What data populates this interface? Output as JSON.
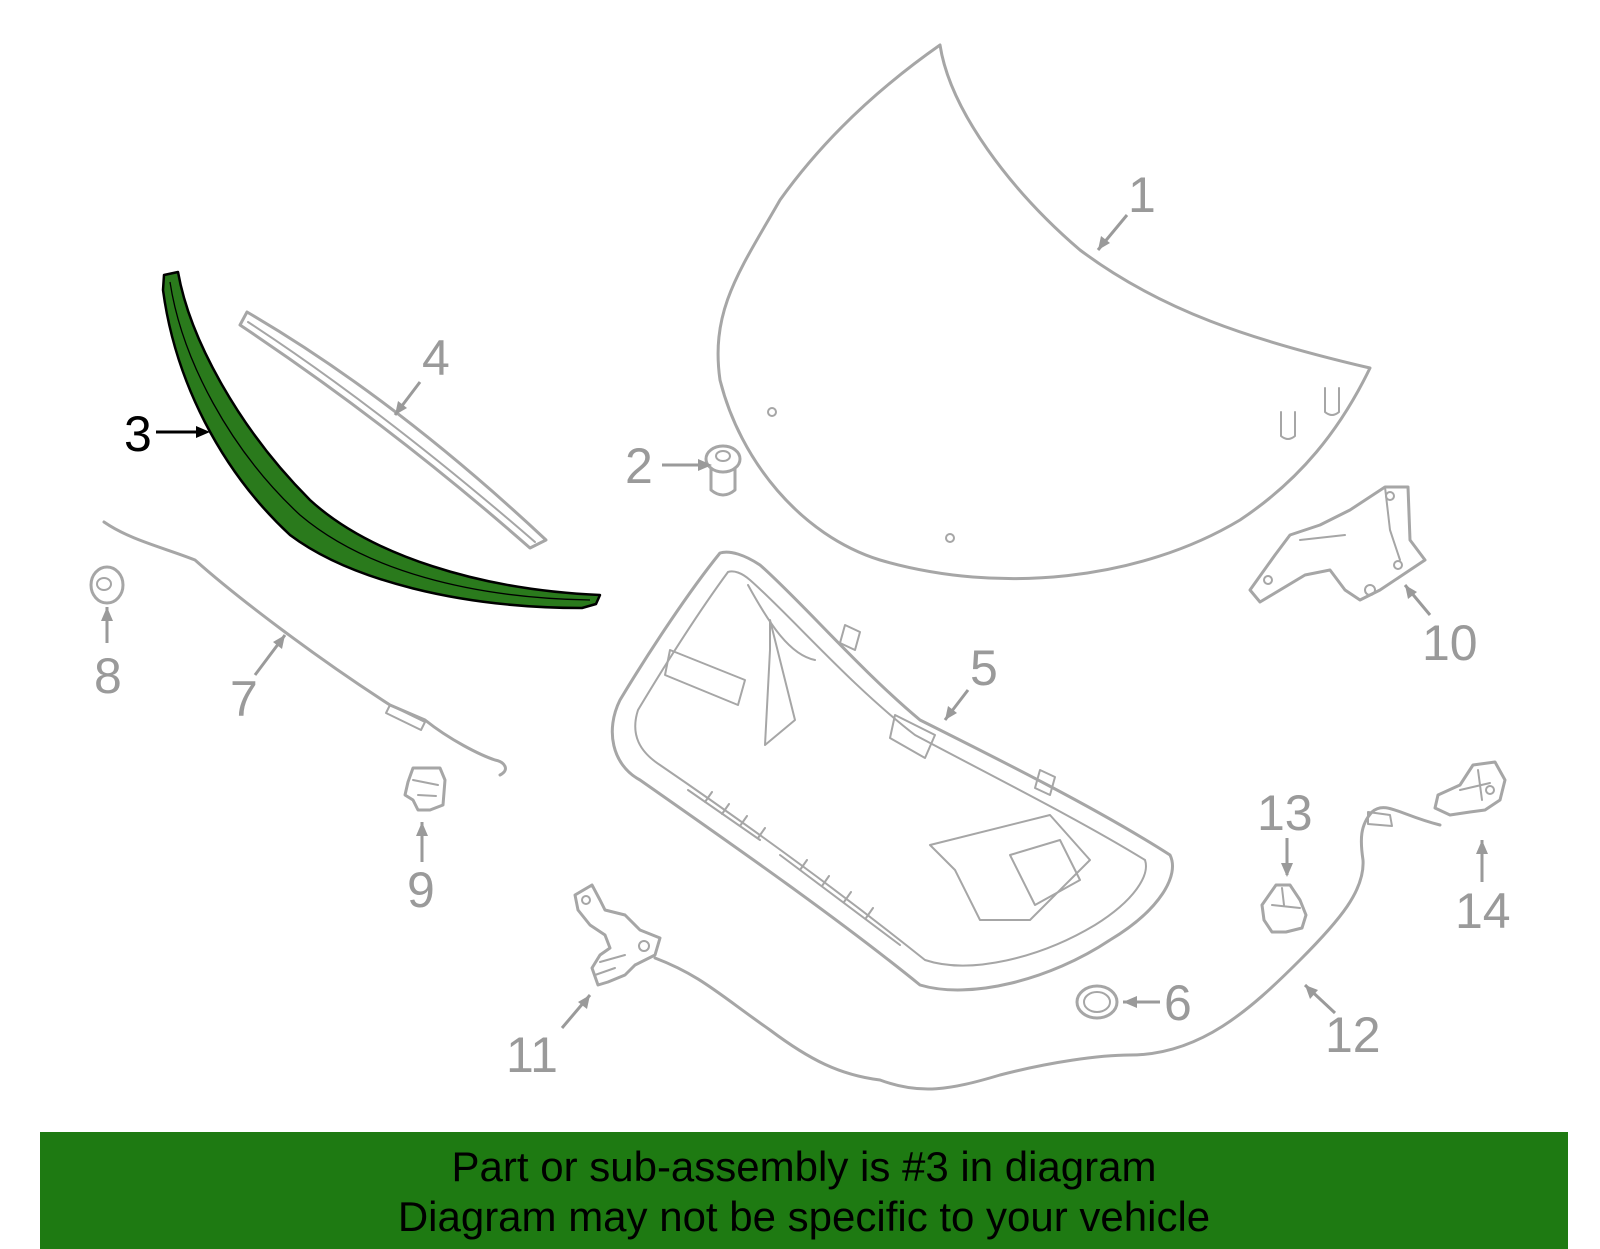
{
  "diagram": {
    "highlight_color": "#2a7a1c",
    "parts": [
      {
        "number": "1",
        "icon": "hood-panel-icon"
      },
      {
        "number": "2",
        "icon": "bumper-stop-icon"
      },
      {
        "number": "3",
        "icon": "hood-seal-icon",
        "highlighted": true
      },
      {
        "number": "4",
        "icon": "weatherstrip-icon"
      },
      {
        "number": "5",
        "icon": "hood-inner-frame-icon"
      },
      {
        "number": "6",
        "icon": "grommet-icon"
      },
      {
        "number": "7",
        "icon": "prop-rod-icon"
      },
      {
        "number": "8",
        "icon": "clip-icon"
      },
      {
        "number": "9",
        "icon": "prop-rod-holder-icon"
      },
      {
        "number": "10",
        "icon": "hinge-icon"
      },
      {
        "number": "11",
        "icon": "hood-latch-icon"
      },
      {
        "number": "12",
        "icon": "release-cable-icon"
      },
      {
        "number": "13",
        "icon": "retainer-icon"
      },
      {
        "number": "14",
        "icon": "release-handle-icon"
      }
    ]
  },
  "banner": {
    "background": "#1e7a12",
    "line1": "Part or sub-assembly is #3 in diagram",
    "line2": "Diagram may not be specific to your vehicle"
  }
}
